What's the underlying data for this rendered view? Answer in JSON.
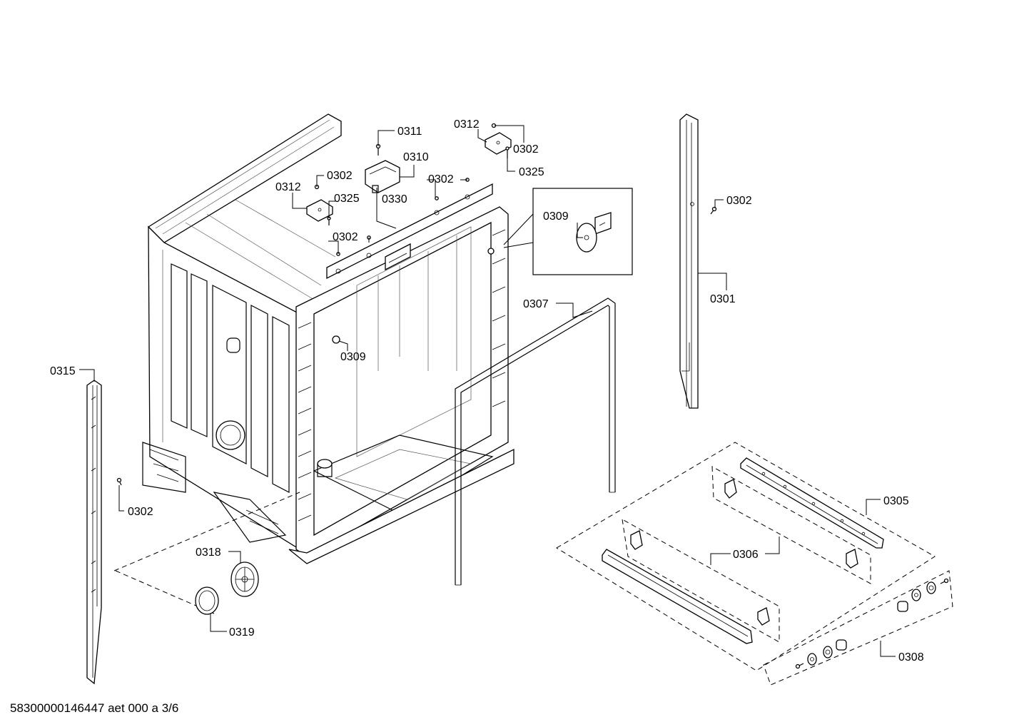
{
  "labels": {
    "p0311": "0311",
    "p0310": "0310",
    "p0312_top": "0312",
    "p0302_top": "0302",
    "p0325_top": "0325",
    "p0312_left": "0312",
    "p0302_left": "0302",
    "p0325_left": "0325",
    "p0302_mid": "0302",
    "p0330": "0330",
    "p0302_center": "0302",
    "p0309_detail": "0309",
    "p0302_right": "0302",
    "p0301": "0301",
    "p0307": "0307",
    "p0309_tub": "0309",
    "p0315": "0315",
    "p0302_lower": "0302",
    "p0305": "0305",
    "p0306": "0306",
    "p0318": "0318",
    "p0319": "0319",
    "p0308": "0308"
  },
  "footer": {
    "doc_id": "58300000146447 aet 000 a 3/6"
  }
}
